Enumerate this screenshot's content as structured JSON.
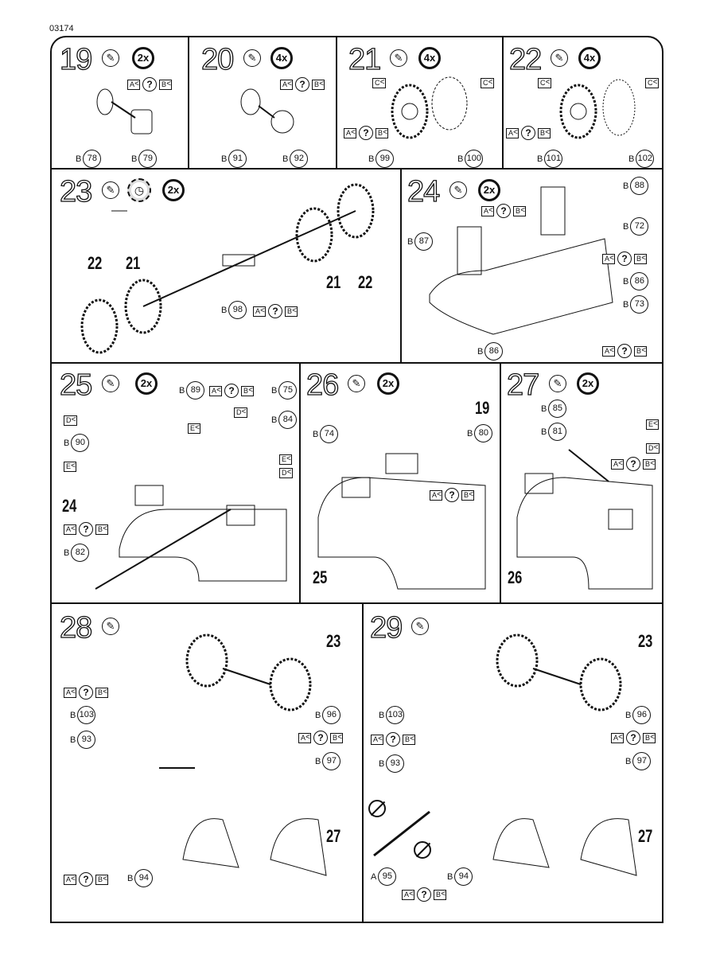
{
  "page_code": "03174",
  "common": {
    "brush": "✎",
    "question": "?",
    "sprue_b": "B",
    "sprue_a": "A"
  },
  "flags": {
    "A": "A",
    "B": "B",
    "C": "C",
    "D": "D",
    "E": "E"
  },
  "steps": [
    {
      "number": "19",
      "badge": "2x",
      "parts": [
        "78",
        "79"
      ]
    },
    {
      "number": "20",
      "badge": "4x",
      "parts": [
        "91",
        "92"
      ]
    },
    {
      "number": "21",
      "badge": "4x",
      "parts": [
        "99",
        "100"
      ]
    },
    {
      "number": "22",
      "badge": "4x",
      "parts": [
        "101",
        "102"
      ]
    },
    {
      "number": "23",
      "badge": "2x",
      "parts": [
        "98"
      ],
      "refs": [
        "22",
        "21",
        "21",
        "22"
      ]
    },
    {
      "number": "24",
      "badge": "2x",
      "parts": [
        "88",
        "87",
        "72",
        "86",
        "73",
        "86"
      ]
    },
    {
      "number": "25",
      "badge": "2x",
      "parts": [
        "89",
        "75",
        "84",
        "90",
        "82"
      ],
      "refs": [
        "24"
      ]
    },
    {
      "number": "26",
      "badge": "2x",
      "parts": [
        "74",
        "80"
      ],
      "refs": [
        "19",
        "25"
      ]
    },
    {
      "number": "27",
      "badge": "2x",
      "parts": [
        "85",
        "81"
      ],
      "refs": [
        "26"
      ]
    },
    {
      "number": "28",
      "parts": [
        "103",
        "96",
        "93",
        "97",
        "94"
      ],
      "refs": [
        "23",
        "27"
      ]
    },
    {
      "number": "29",
      "parts": [
        "103",
        "96",
        "93",
        "97",
        "95",
        "94"
      ],
      "refs": [
        "23",
        "27"
      ]
    }
  ]
}
